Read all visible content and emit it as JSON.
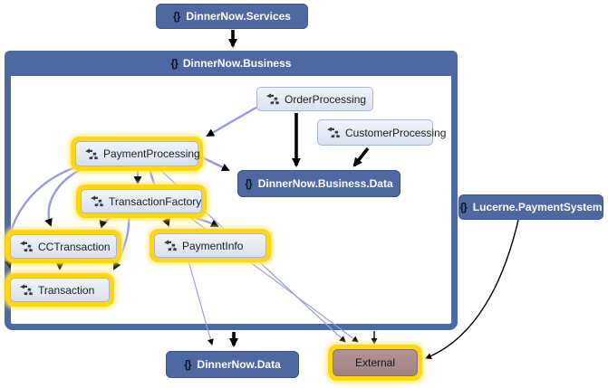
{
  "diagram": {
    "kind": "dependency-graph",
    "icons": {
      "namespace": "{}"
    },
    "colors": {
      "namespace_blue": "#4e69a2",
      "class_node_fill": "#dde4f1",
      "highlight_yellow": "#ffd60f",
      "external_fill": "#a68888",
      "edge_purple": "#9898e8",
      "edge_black": "#000000"
    },
    "nodes": {
      "services": {
        "label": "DinnerNow.Services",
        "icon": "namespace",
        "highlighted": false
      },
      "business_group": {
        "label": "DinnerNow.Business",
        "icon": "namespace",
        "highlighted": false
      },
      "order_processing": {
        "label": "OrderProcessing",
        "icon": "class",
        "highlighted": false
      },
      "customer_processing": {
        "label": "CustomerProcessing",
        "icon": "class",
        "highlighted": false
      },
      "business_data": {
        "label": "DinnerNow.Business.Data",
        "icon": "namespace",
        "highlighted": false
      },
      "payment_processing": {
        "label": "PaymentProcessing",
        "icon": "class",
        "highlighted": true
      },
      "transaction_factory": {
        "label": "TransactionFactory",
        "icon": "class",
        "highlighted": true
      },
      "cc_transaction": {
        "label": "CCTransaction",
        "icon": "class",
        "highlighted": true
      },
      "transaction": {
        "label": "Transaction",
        "icon": "class",
        "highlighted": true
      },
      "payment_info": {
        "label": "PaymentInfo",
        "icon": "class",
        "highlighted": true
      },
      "lucerne": {
        "label": "Lucerne.PaymentSystem",
        "icon": "namespace",
        "highlighted": false
      },
      "dinnernow_data": {
        "label": "DinnerNow.Data",
        "icon": "namespace",
        "highlighted": false
      },
      "external": {
        "label": "External",
        "icon": "none",
        "highlighted": true
      }
    },
    "edges": [
      {
        "from": "services",
        "to": "business_group",
        "style": "black-thick"
      },
      {
        "from": "order_processing",
        "to": "business_data",
        "style": "black-thick"
      },
      {
        "from": "customer_processing",
        "to": "business_data",
        "style": "black-thick"
      },
      {
        "from": "business_group",
        "to": "dinnernow_data",
        "style": "black-thick"
      },
      {
        "from": "business_group",
        "to": "external",
        "style": "black-thin"
      },
      {
        "from": "lucerne",
        "to": "external",
        "style": "black-thin"
      },
      {
        "from": "order_processing",
        "to": "payment_processing",
        "style": "purple"
      },
      {
        "from": "payment_processing",
        "to": "business_data",
        "style": "purple"
      },
      {
        "from": "payment_processing",
        "to": "transaction_factory",
        "style": "purple"
      },
      {
        "from": "payment_processing",
        "to": "cc_transaction",
        "style": "purple"
      },
      {
        "from": "payment_processing",
        "to": "transaction",
        "style": "purple"
      },
      {
        "from": "payment_processing",
        "to": "payment_info",
        "style": "purple"
      },
      {
        "from": "transaction_factory",
        "to": "cc_transaction",
        "style": "purple"
      },
      {
        "from": "transaction_factory",
        "to": "transaction",
        "style": "purple"
      },
      {
        "from": "transaction_factory",
        "to": "payment_info",
        "style": "purple"
      },
      {
        "from": "cc_transaction",
        "to": "transaction",
        "style": "purple"
      },
      {
        "from": "payment_processing",
        "to": "external",
        "style": "purple-thin"
      },
      {
        "from": "transaction_factory",
        "to": "external",
        "style": "purple-thin"
      },
      {
        "from": "payment_info",
        "to": "dinnernow_data",
        "style": "purple-thin"
      }
    ]
  }
}
